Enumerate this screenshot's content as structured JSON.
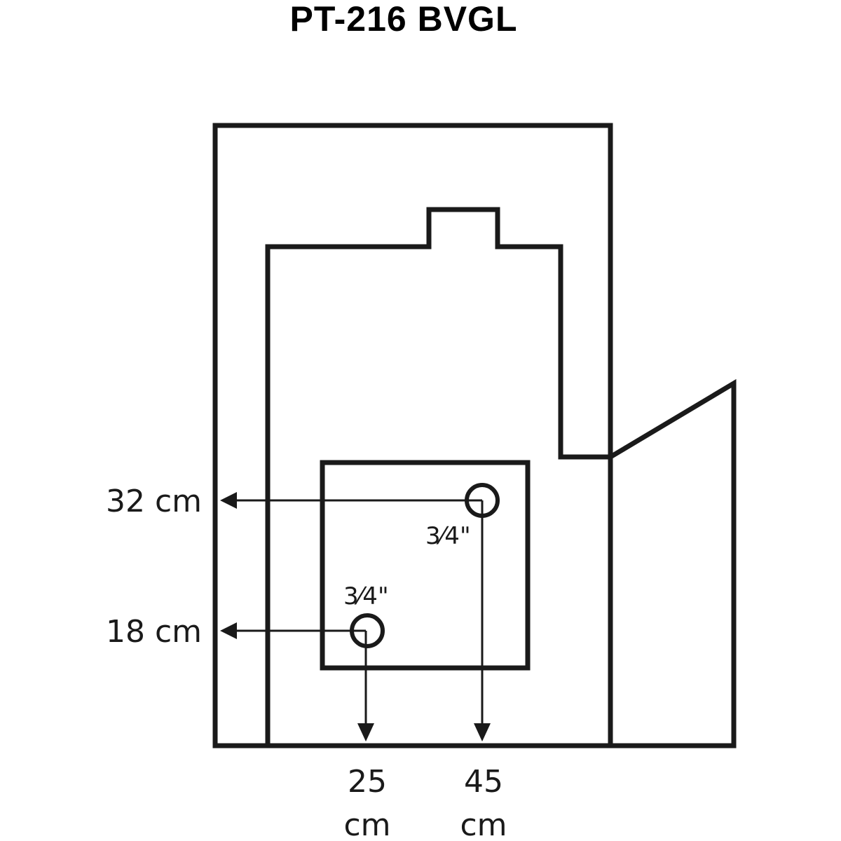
{
  "title": "PT-216 BVGL",
  "connections": [
    {
      "size": "3⁄4\"",
      "height_label": "32 cm",
      "offset_label_value": "45",
      "offset_label_unit": "cm"
    },
    {
      "size": "3⁄4\"",
      "height_label": "18 cm",
      "offset_label_value": "25",
      "offset_label_unit": "cm"
    }
  ]
}
